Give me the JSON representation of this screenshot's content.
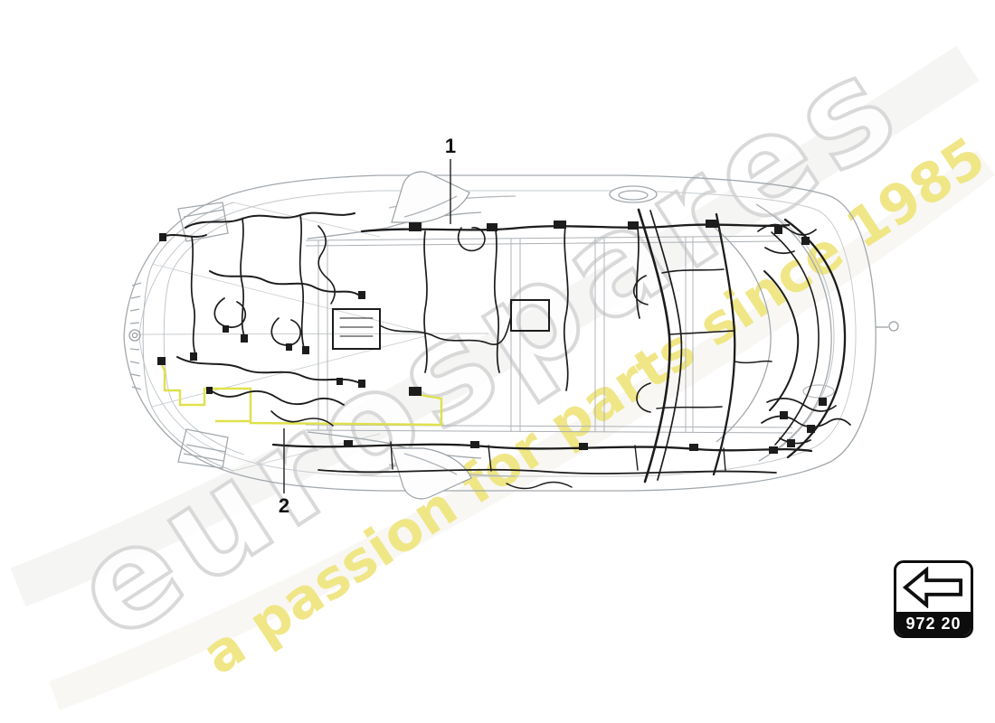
{
  "diagram": {
    "callouts": [
      {
        "label": "1"
      },
      {
        "label": "2"
      }
    ],
    "highlight_color": "#dfe14c"
  },
  "watermark": {
    "brand": "eurospares",
    "tagline": "a passion for parts since 1985",
    "brand_stroke": "#d9d9d9",
    "tagline_color": "#efe57e"
  },
  "part_box": {
    "code": "972 20",
    "arrow_icon": "arrow-left"
  }
}
